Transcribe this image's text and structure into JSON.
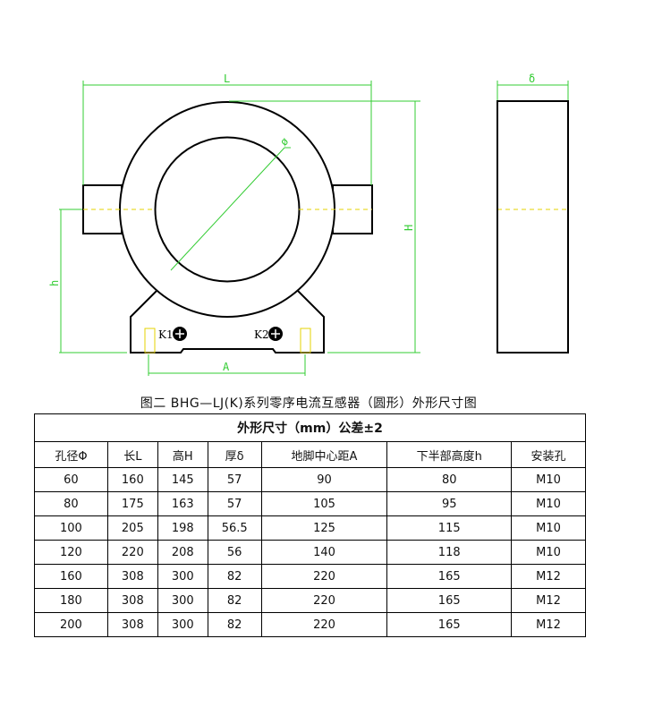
{
  "drawing": {
    "labels": {
      "L": "L",
      "H": "H",
      "h": "h",
      "A": "A",
      "delta": "δ",
      "phi": "ø",
      "K1": "K1",
      "K2": "K2"
    },
    "colors": {
      "outline": "#000000",
      "dimension": "#33cc33",
      "centerline": "#e6d300"
    }
  },
  "caption": "图二 BHG—LJ(K)系列零序电流互感器（圆形）外形尺寸图",
  "table": {
    "title": "外形尺寸（mm）公差±2",
    "headers": [
      "孔径Φ",
      "长L",
      "高H",
      "厚δ",
      "地脚中心距A",
      "下半部高度h",
      "安装孔"
    ],
    "rows": [
      [
        "60",
        "160",
        "145",
        "57",
        "90",
        "80",
        "M10"
      ],
      [
        "80",
        "175",
        "163",
        "57",
        "105",
        "95",
        "M10"
      ],
      [
        "100",
        "205",
        "198",
        "56.5",
        "125",
        "115",
        "M10"
      ],
      [
        "120",
        "220",
        "208",
        "56",
        "140",
        "118",
        "M10"
      ],
      [
        "160",
        "308",
        "300",
        "82",
        "220",
        "165",
        "M12"
      ],
      [
        "180",
        "308",
        "300",
        "82",
        "220",
        "165",
        "M12"
      ],
      [
        "200",
        "308",
        "300",
        "82",
        "220",
        "165",
        "M12"
      ]
    ]
  }
}
